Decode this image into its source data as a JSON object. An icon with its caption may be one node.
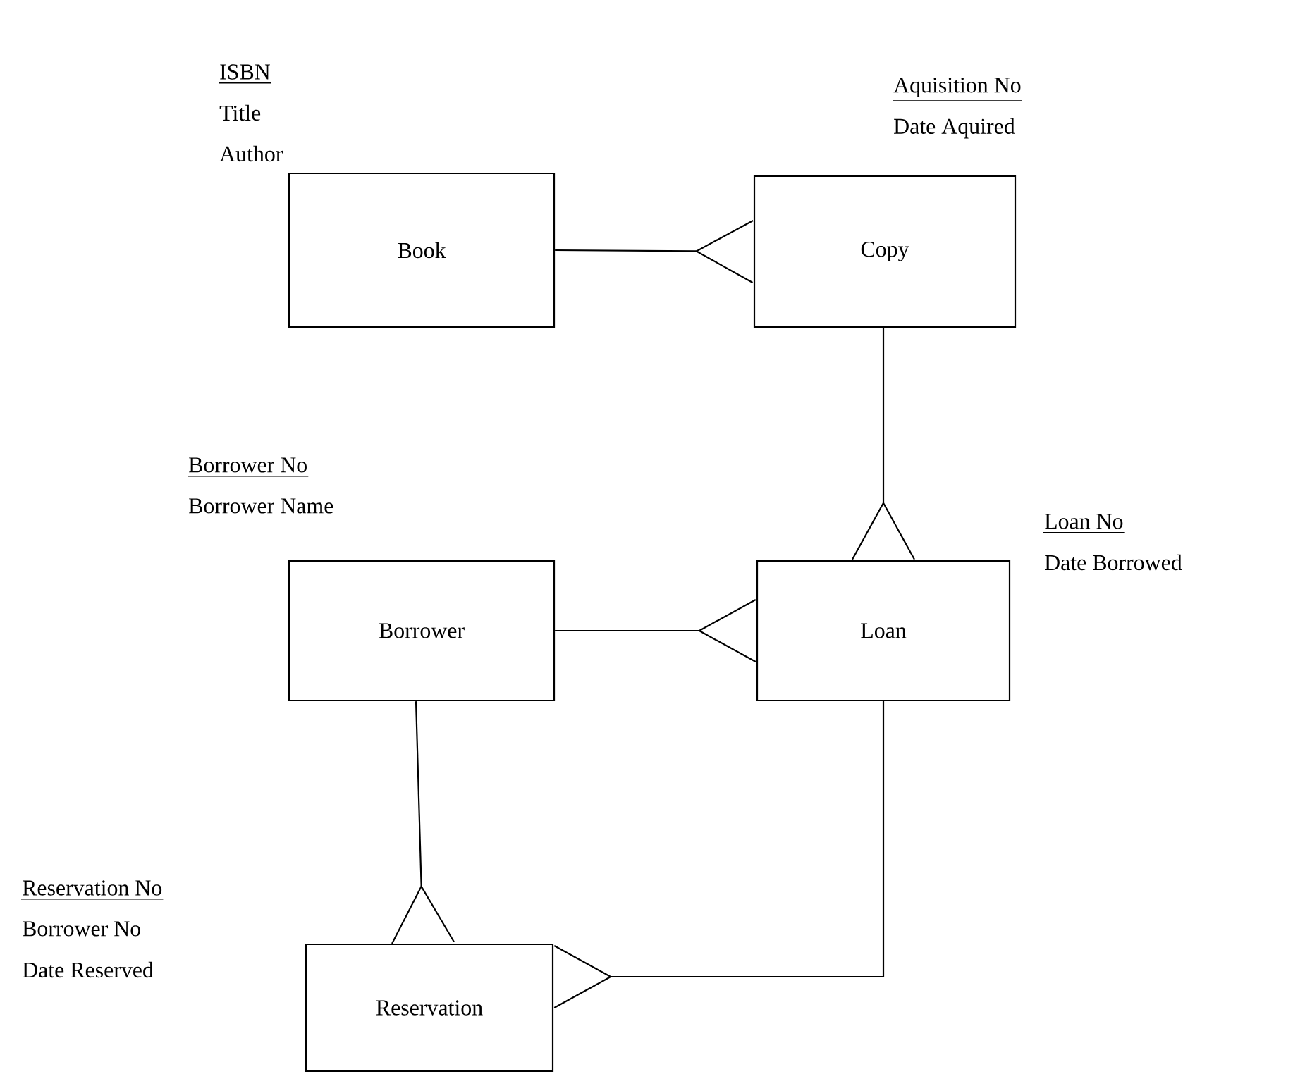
{
  "diagram": {
    "nodes": [
      {
        "text": [
          "Book"
        ],
        "beside": [
          "ISBN",
          "Title",
          "Author"
        ]
      },
      {
        "text": [
          "Copy"
        ],
        "beside": [
          "Aquisition No",
          "Date Aquired"
        ]
      },
      {
        "text": [
          "Borrower"
        ],
        "beside": [
          "Borrower No",
          "Borrower Name"
        ]
      },
      {
        "text": [
          "Loan"
        ],
        "beside": [
          "Loan No",
          "Date Borrowed"
        ]
      },
      {
        "text": [
          "Reservation"
        ],
        "beside": [
          "Reservation No",
          "Borrower No",
          "Date Reserved"
        ]
      }
    ],
    "edges": [
      {
        "from": 0,
        "to": 1,
        "arrow": "other"
      },
      {
        "from": 1,
        "to": 3,
        "arrow": "other"
      },
      {
        "from": 2,
        "to": 3,
        "arrow": "other"
      },
      {
        "from": 2,
        "to": 4,
        "arrow": "other"
      },
      {
        "from": 3,
        "to": 4,
        "arrow": "other"
      }
    ]
  }
}
